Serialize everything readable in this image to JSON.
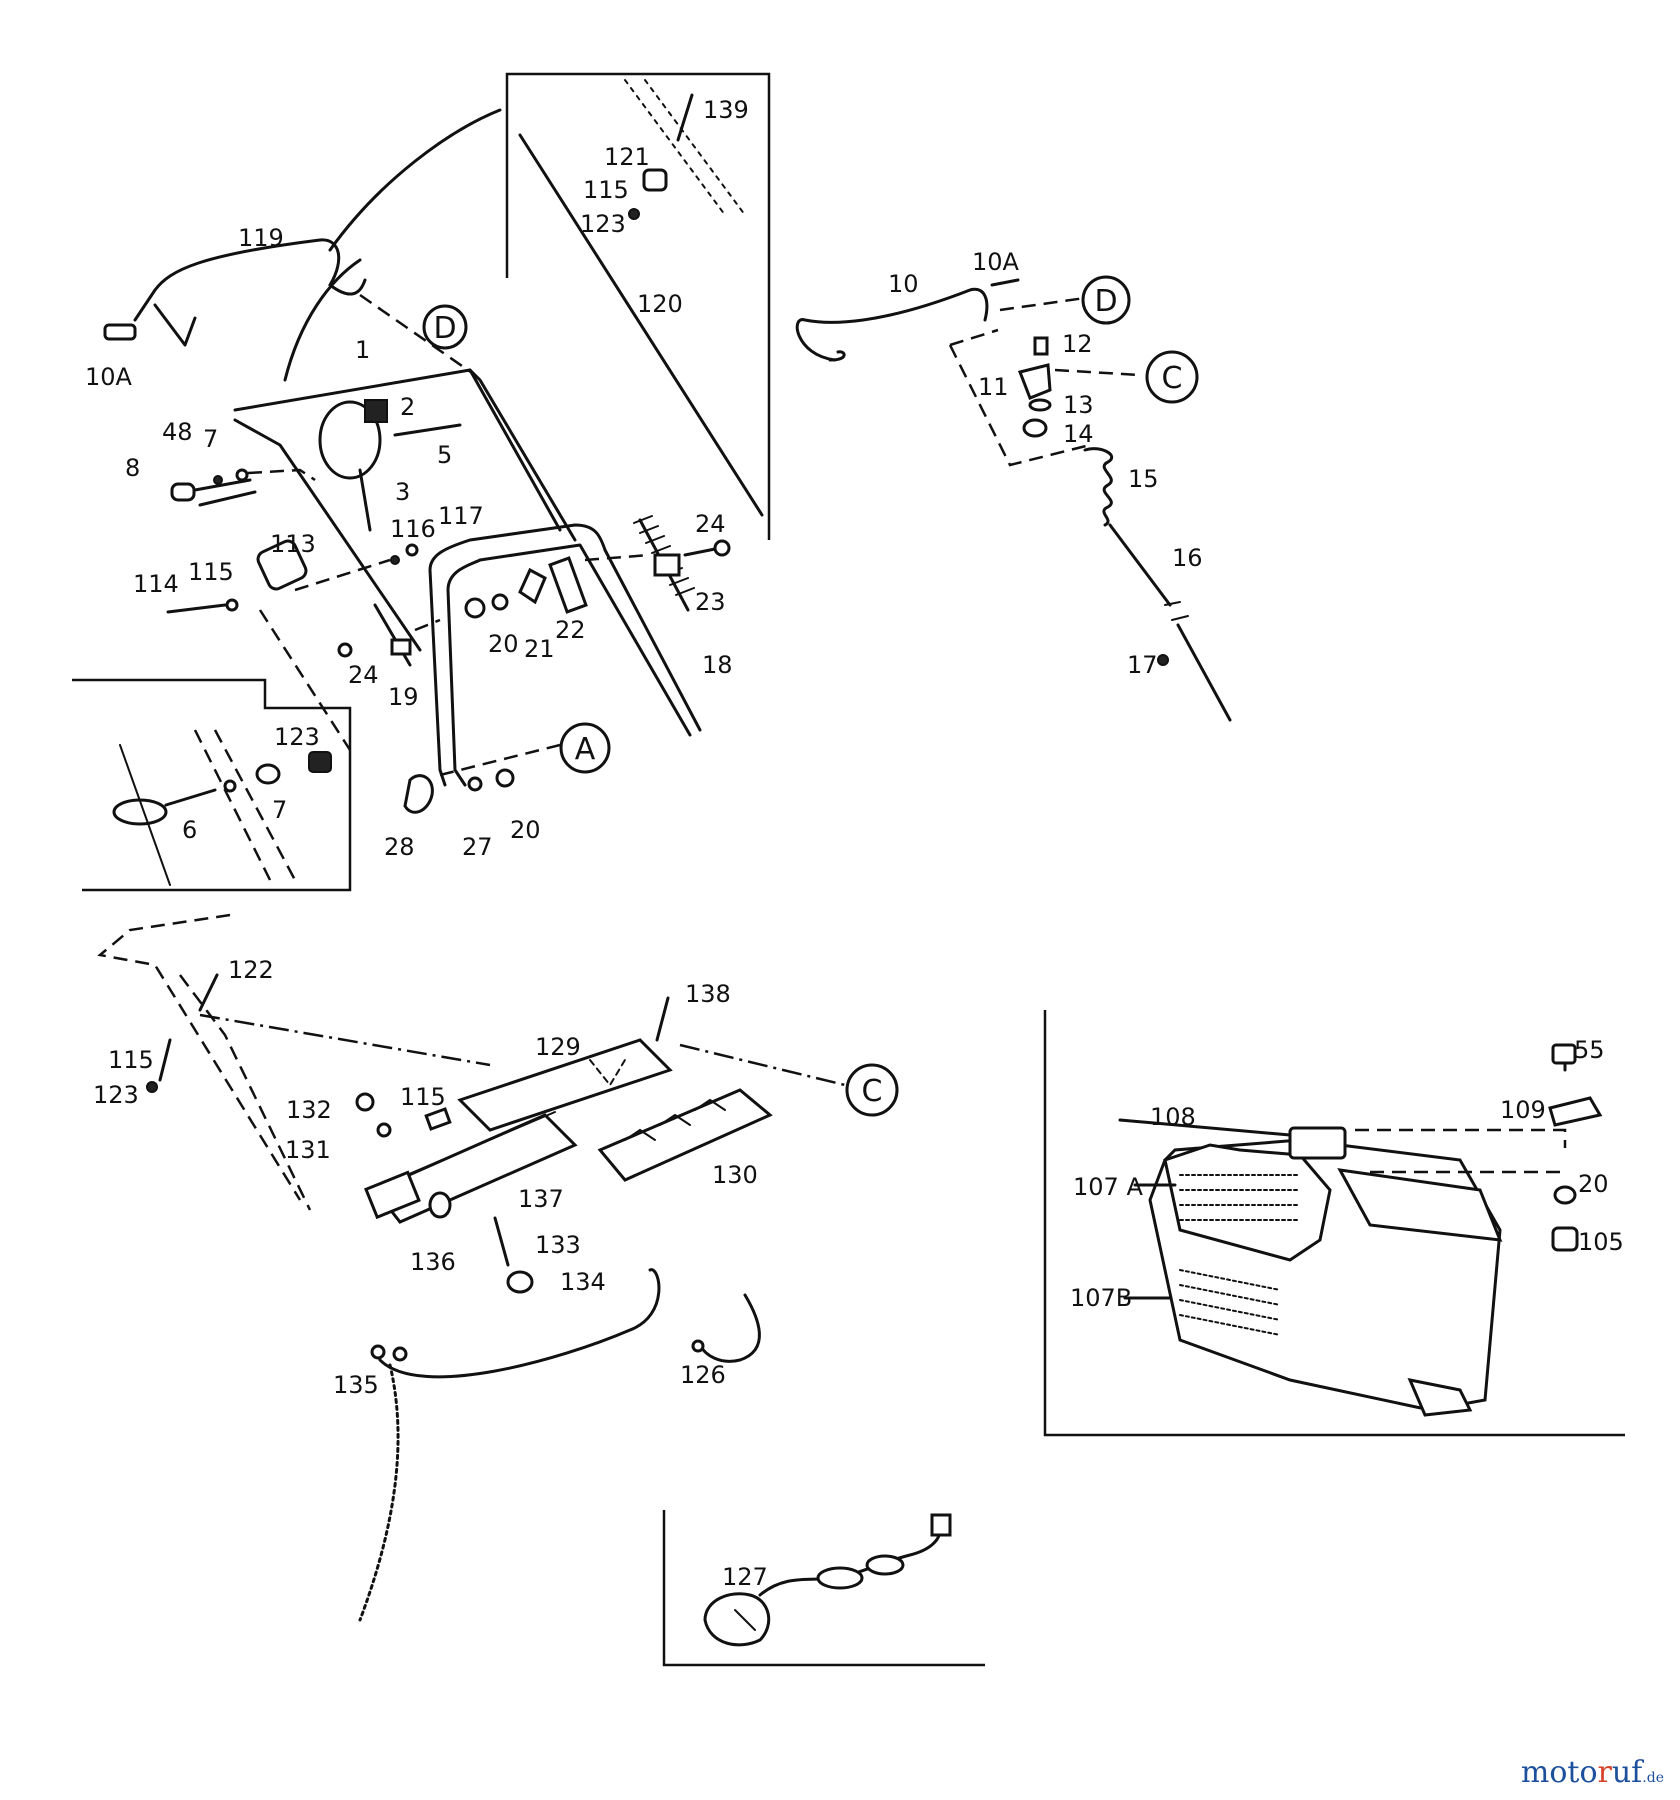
{
  "parts": {
    "p1": "1",
    "p2": "2",
    "p3": "3",
    "p5": "5",
    "p6": "6",
    "p7a": "7",
    "p7b": "7",
    "p8": "8",
    "p10": "10",
    "p10a_left": "10A",
    "p10a_right": "10A",
    "p11": "11",
    "p12": "12",
    "p13": "13",
    "p14": "14",
    "p15": "15",
    "p16": "16",
    "p17": "17",
    "p18": "18",
    "p19": "19",
    "p20a": "20",
    "p20b": "20",
    "p20c": "20",
    "p21": "21",
    "p22": "22",
    "p23": "23",
    "p24a": "24",
    "p24b": "24",
    "p27": "27",
    "p28": "28",
    "p48": "48",
    "p55": "55",
    "p105": "105",
    "p107a": "107 A",
    "p107b": "107B",
    "p108": "108",
    "p109": "109",
    "p113": "113",
    "p114": "114",
    "p115a": "115",
    "p115b": "115",
    "p115c": "115",
    "p115d": "115",
    "p116": "116",
    "p117": "117",
    "p119": "119",
    "p120": "120",
    "p121": "121",
    "p122": "122",
    "p123a": "123",
    "p123b": "123",
    "p123c": "123",
    "p126": "126",
    "p127": "127",
    "p129": "129",
    "p130": "130",
    "p131": "131",
    "p132": "132",
    "p133": "133",
    "p134": "134",
    "p135": "135",
    "p136": "136",
    "p137": "137",
    "p138": "138",
    "p139": "139"
  },
  "refs": {
    "A": "A",
    "C": "C",
    "D": "D"
  },
  "watermark": {
    "prefix": "moto",
    "accent": "r",
    "rest": "uf",
    "suffix": ".de"
  }
}
